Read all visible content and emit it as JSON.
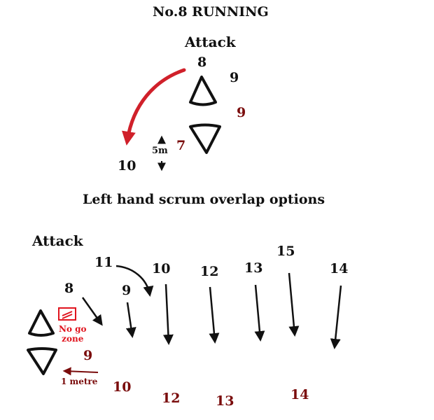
{
  "title": "No.8 RUNNING",
  "top": {
    "attack_label": "Attack",
    "attack_numbers": [
      "8",
      "9",
      "10"
    ],
    "defence_numbers": [
      "9",
      "7"
    ],
    "distance_label": "5m"
  },
  "section_title": "Left hand scrum overlap options",
  "bottom": {
    "attack_label": "Attack",
    "attack_numbers": [
      "8",
      "9",
      "11",
      "10",
      "12",
      "13",
      "15",
      "14"
    ],
    "defence_numbers": [
      "9",
      "10",
      "12",
      "13",
      "14"
    ],
    "no_go_zone_label": [
      "No go",
      "zone"
    ],
    "metre_label": "1 metre"
  },
  "colors": {
    "attack": "#111111",
    "defence": "#7a0c0c",
    "run_arrow": "#d0202a",
    "no_go": "#e0141e"
  }
}
